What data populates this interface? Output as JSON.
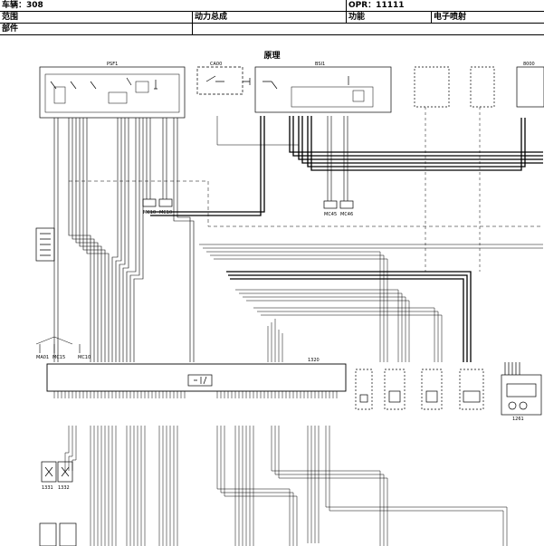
{
  "header": {
    "vehicle_label": "车辆：308",
    "opr_label": "OPR：11111",
    "scope_label": "范围",
    "scope_value": "动力总成",
    "function_label": "功能",
    "function_value": "电子喷射",
    "part_label": "部件",
    "section_title": "原理"
  },
  "components": [
    {
      "id": "PSF1",
      "label": "PSF1"
    },
    {
      "id": "CA00",
      "label": "CA00"
    },
    {
      "id": "BSI1",
      "label": "BSI1"
    },
    {
      "id": "1320",
      "label": "1320"
    },
    {
      "id": "8000",
      "label": "8000"
    },
    {
      "id": "1261",
      "label": "1261"
    },
    {
      "id": "1331",
      "label": "1331"
    },
    {
      "id": "1332",
      "label": "1332"
    },
    {
      "id": "MC10a",
      "label": "MC10"
    },
    {
      "id": "MC10b",
      "label": "MC10"
    },
    {
      "id": "MC45",
      "label": "MC45"
    },
    {
      "id": "MC46",
      "label": "MC46"
    },
    {
      "id": "MA01",
      "label": "MA01"
    },
    {
      "id": "MC15",
      "label": "MC15"
    },
    {
      "id": "MC10c",
      "label": "MC10"
    }
  ]
}
